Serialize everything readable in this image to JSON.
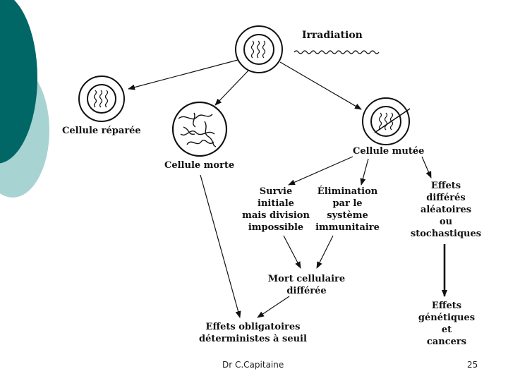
{
  "diagram": {
    "irradiation": "Irradiation",
    "cellule_reparee": "Cellule réparée",
    "cellule_morte": "Cellule morte",
    "cellule_mutee": "Cellule mutée",
    "survie": [
      "Survie",
      "initiale",
      "mais division",
      "impossible"
    ],
    "elimination": [
      "Élimination",
      "par le",
      "système",
      "immunitaire"
    ],
    "effets_differes": [
      "Effets",
      "différés",
      "aléatoires",
      "ou",
      "stochastiques"
    ],
    "mort_differee": [
      "Mort cellulaire",
      "différée"
    ],
    "effets_genetiques": [
      "Effets",
      "génétiques",
      "et",
      "cancers"
    ],
    "effets_obligatoires": [
      "Effets obligatoires",
      "déterministes à seuil"
    ]
  },
  "footer": {
    "author": "Dr C.Capitaine",
    "page_number": "25"
  },
  "colors": {
    "teal_dark": "#006666",
    "teal_light": "#a8d3d3",
    "ink": "#111111"
  }
}
